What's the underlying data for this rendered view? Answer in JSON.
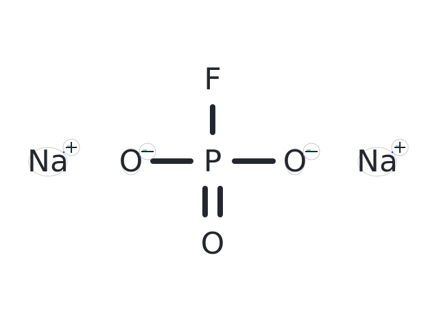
{
  "molecule": {
    "atoms": {
      "fluorine": "F",
      "phosphorus": "P",
      "oxygen_left": "O",
      "oxygen_right": "O",
      "oxygen_bottom": "O",
      "sodium_left": "Na",
      "sodium_right": "Na"
    },
    "charges": {
      "sodium_left": "+",
      "sodium_right": "+",
      "oxygen_left": "−",
      "oxygen_right": "−"
    }
  },
  "colors": {
    "atom_text": "#23272f",
    "charge_tint": "#1fb5a6",
    "charge_ring": "#c9c9c9",
    "background": "#ffffff"
  }
}
